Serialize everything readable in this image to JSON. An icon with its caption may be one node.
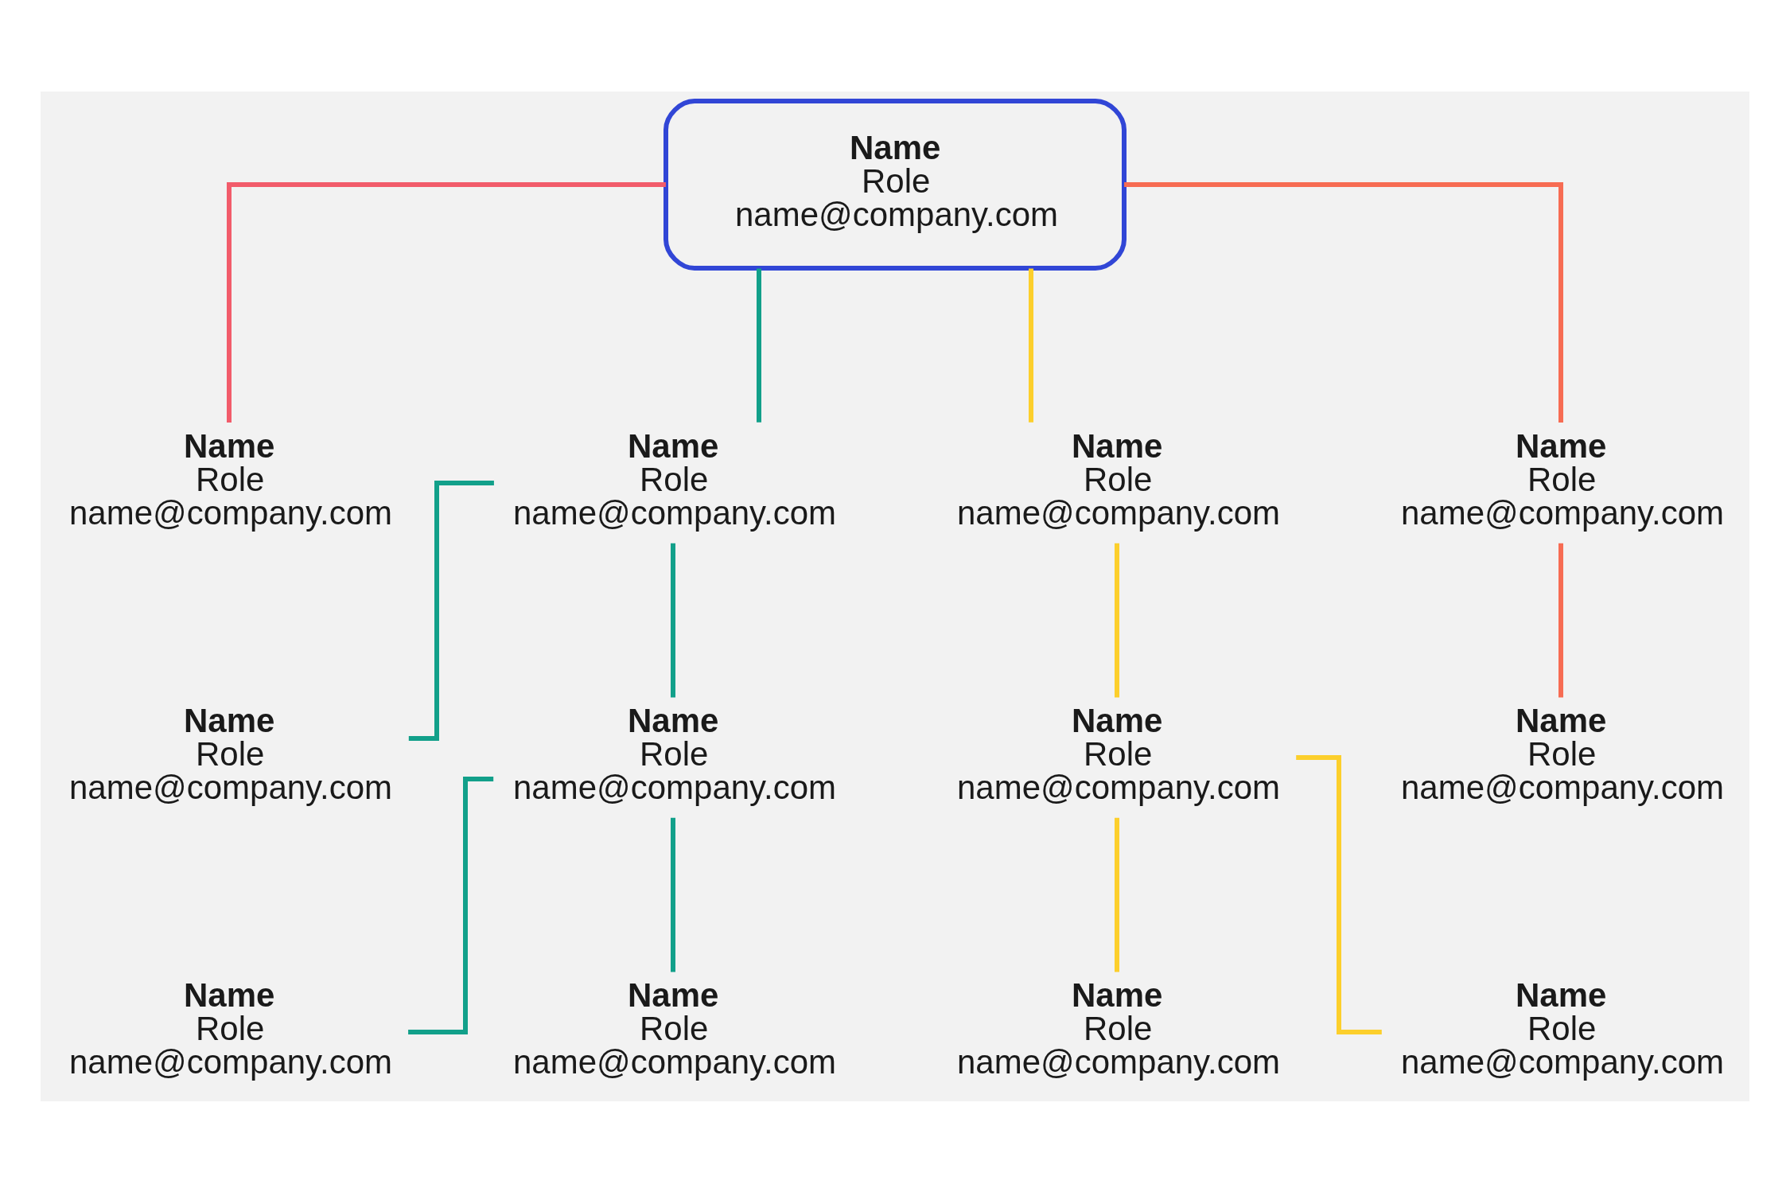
{
  "diagram": {
    "nodes": [
      {
        "text": [
          "Name",
          "Role",
          "name@company.com"
        ]
      },
      {
        "text": [
          "Name",
          "Role",
          "name@company.com"
        ]
      },
      {
        "text": [
          "Name",
          "Role",
          "name@company.com"
        ]
      },
      {
        "text": [
          "Name",
          "Role",
          "name@company.com"
        ]
      },
      {
        "text": [
          "Name",
          "Role",
          "name@company.com"
        ]
      },
      {
        "text": [
          "Name",
          "Role",
          "name@company.com"
        ]
      },
      {
        "text": [
          "Name",
          "Role",
          "name@company.com"
        ]
      },
      {
        "text": [
          "Name",
          "Role",
          "name@company.com"
        ]
      },
      {
        "text": [
          "Name",
          "Role",
          "name@company.com"
        ]
      },
      {
        "text": [
          "Name",
          "Role",
          "name@company.com"
        ]
      },
      {
        "text": [
          "Name",
          "Role",
          "name@company.com"
        ]
      },
      {
        "text": [
          "Name",
          "Role",
          "name@company.com"
        ]
      },
      {
        "text": [
          "Name",
          "Role",
          "name@company.com"
        ]
      }
    ],
    "edges": [
      {
        "from": 0,
        "to": 1,
        "arrow": "none",
        "color": "#f25c6b"
      },
      {
        "from": 0,
        "to": 2,
        "arrow": "none",
        "color": "#12a08a"
      },
      {
        "from": 0,
        "to": 3,
        "arrow": "none",
        "color": "#fccf2c"
      },
      {
        "from": 0,
        "to": 4,
        "arrow": "none",
        "color": "#f76c53"
      },
      {
        "from": 2,
        "to": 5,
        "arrow": "none",
        "color": "#12a08a"
      },
      {
        "from": 2,
        "to": 6,
        "arrow": "none",
        "color": "#12a08a"
      },
      {
        "from": 3,
        "to": 7,
        "arrow": "none",
        "color": "#fccf2c"
      },
      {
        "from": 4,
        "to": 8,
        "arrow": "none",
        "color": "#f76c53"
      },
      {
        "from": 6,
        "to": 9,
        "arrow": "none",
        "color": "#12a08a"
      },
      {
        "from": 6,
        "to": 10,
        "arrow": "none",
        "color": "#12a08a"
      },
      {
        "from": 7,
        "to": 11,
        "arrow": "none",
        "color": "#fccf2c"
      },
      {
        "from": 7,
        "to": 12,
        "arrow": "none",
        "color": "#fccf2c"
      }
    ]
  }
}
